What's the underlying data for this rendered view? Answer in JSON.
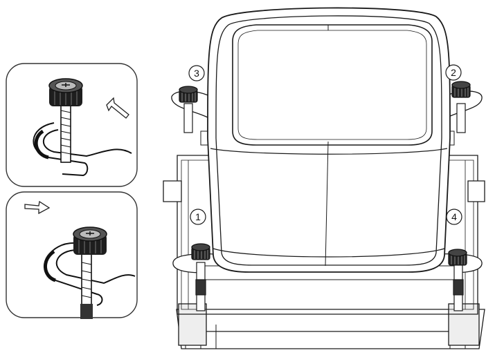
{
  "diagram": {
    "step_labels": [
      "1",
      "2",
      "3",
      "4"
    ]
  },
  "detail_panels": [
    {
      "name": "unlock-detail",
      "arrow": "up-left"
    },
    {
      "name": "lock-detail",
      "arrow": "right"
    }
  ],
  "colors": {
    "line": "#1a1a1a",
    "fill": "#ffffff",
    "screw_dark": "#222222",
    "screw_shade": "#555555"
  }
}
